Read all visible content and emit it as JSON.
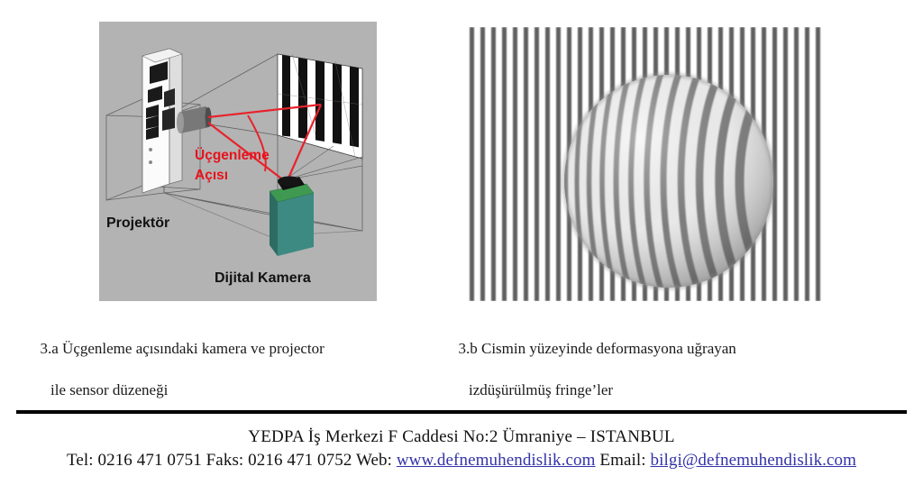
{
  "document": {
    "figure_a": {
      "background_color": "#b3b3b3",
      "labels": {
        "projector": "Projektör",
        "camera": "Dijital Kamera",
        "angle_line1": "Üçgenleme",
        "angle_line2": "Açısı"
      },
      "colors": {
        "angle_text": "#e8121b",
        "ray": "#e8222b",
        "camera_top": "#3f9950",
        "camera_front": "#3d8a82",
        "camera_side": "#2e6b62",
        "screen_stripe": "#111111",
        "screen_gap": "#ffffff",
        "wireframe": "#4a4a4a",
        "projector_body": "#f4f4f4"
      },
      "caption_line1": "3.a Üçgenleme açısındaki kamera ve projector",
      "caption_line2": "ile sensor düzeneği"
    },
    "figure_b": {
      "caption_line1": "3.b Cismin yüzeyinde deformasyona uğrayan",
      "caption_line2": "izdüşürülmüş fringe’ler",
      "fringe_count": 34,
      "background_color": "#ffffff",
      "stripe_color": "#585858"
    },
    "footer": {
      "address": "YEDPA İş Merkezi  F Caddesi No:2 Ümraniye – ISTANBUL",
      "tel_label": "Tel: 0216 471 0751 Faks: 0216 471 0752 Web: ",
      "website": "www.defnemuhendislik.com",
      "email_label": "  Email: ",
      "email": "bilgi@defnemuhendislik.com",
      "link_color": "#3333aa",
      "rule_color": "#000000"
    }
  }
}
